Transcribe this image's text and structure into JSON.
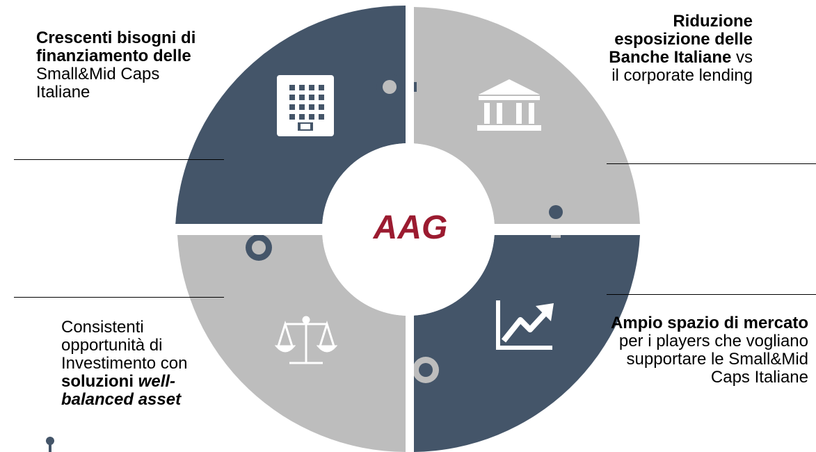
{
  "center": {
    "label": "AAG",
    "color": "#9b1b30"
  },
  "colors": {
    "dark": "#445569",
    "light": "#bdbdbd",
    "icon": "#ffffff"
  },
  "quadrants": {
    "top_left": {
      "icon": "building-icon",
      "text": {
        "bold": "Crescenti bisogni di finanziamento delle",
        "plain": "Small&Mid Caps Italiane"
      }
    },
    "top_right": {
      "icon": "bank-icon",
      "text": {
        "bold": "Riduzione esposizione delle Banche Italiane",
        "plain": "vs il corporate lending"
      }
    },
    "bottom_left": {
      "icon": "scales-icon",
      "text": {
        "plain": "Consistenti opportunità di Investimento con",
        "bold": "soluzioni",
        "bold_italic": "well-balanced asset"
      }
    },
    "bottom_right": {
      "icon": "trend-chart-icon",
      "text": {
        "bold": "Ampio spazio di mercato",
        "plain": "per i players che vogliano supportare le Small&Mid Caps Italiane"
      }
    }
  }
}
